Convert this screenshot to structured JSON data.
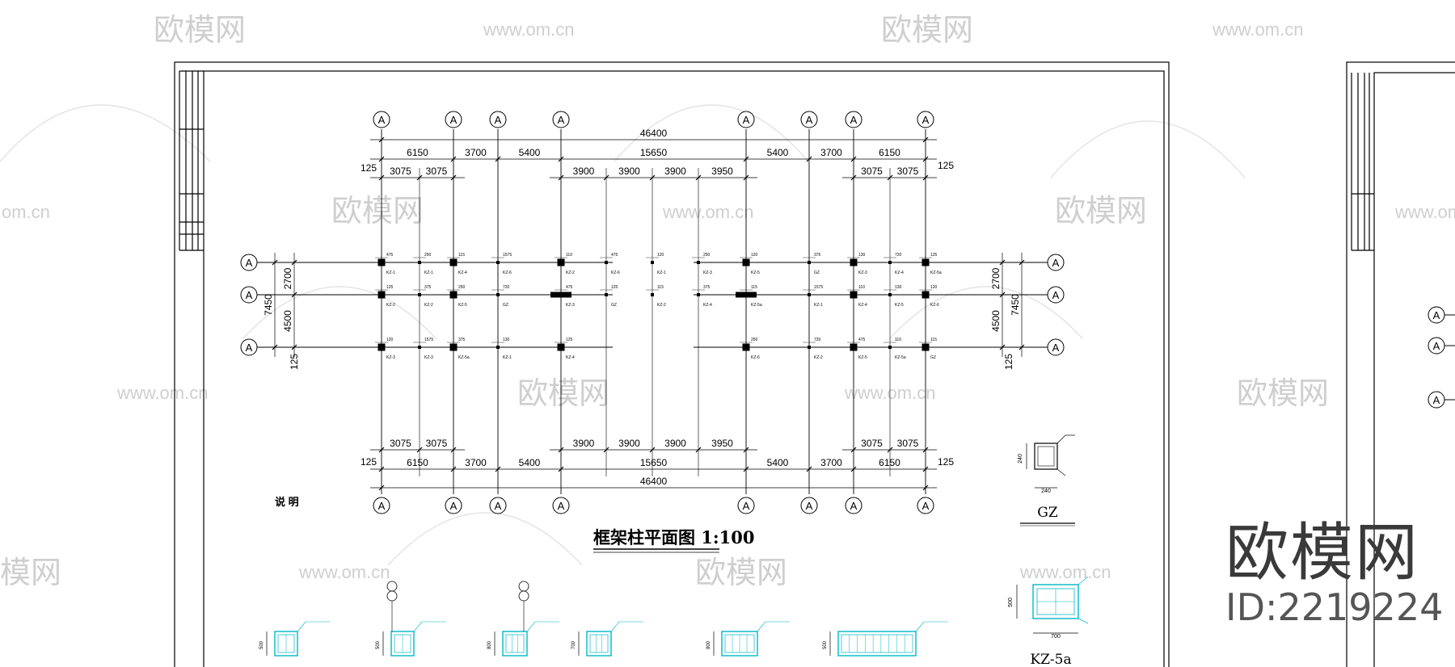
{
  "watermark": {
    "brand": "欧模网",
    "url": "www.om.cn",
    "url_partial": "om.cn",
    "brand_partial": "模网",
    "id_label": "ID:2219224"
  },
  "drawing": {
    "title": "框架柱平面图 1:100",
    "notes_label": "说 明",
    "axis_letter": "A",
    "top_total": "46400",
    "top_segments": [
      "6150",
      "3700",
      "5400",
      "15650",
      "5400",
      "3700",
      "6150"
    ],
    "top_sub_left": [
      "3075",
      "3075"
    ],
    "top_sub_mid": [
      "3900",
      "3900",
      "3900",
      "3950"
    ],
    "top_sub_right": [
      "3075",
      "3075"
    ],
    "edge_offset": "125",
    "bottom_sub_left": [
      "3075",
      "3075"
    ],
    "bottom_sub_mid": [
      "3900",
      "3900",
      "3900",
      "3950"
    ],
    "bottom_sub_right": [
      "3075",
      "3075"
    ],
    "bottom_segments": [
      "6150",
      "3700",
      "5400",
      "15650",
      "5400",
      "3700",
      "6150"
    ],
    "bottom_total": "46400",
    "left_dims": {
      "upper": "2700",
      "lower": "4500",
      "total": "7450"
    },
    "right_dims": {
      "upper": "2700",
      "lower": "4500",
      "total": "7450"
    },
    "detail_gz": {
      "label": "GZ",
      "width_dim": "240",
      "height_dim": "240"
    },
    "detail_kz5a": {
      "label": "KZ-5a",
      "width_dim": "700",
      "height_dim": "500"
    },
    "column_tags": [
      "KZ-1",
      "KZ-2",
      "KZ-3",
      "KZ-4",
      "KZ-5",
      "KZ-5a",
      "KZ-6",
      "GZ"
    ],
    "column_detail_widths": [
      "500",
      "500",
      "800",
      "700",
      "800",
      "500"
    ],
    "column_offsets": [
      "475",
      "125",
      "120",
      "115",
      "250",
      "375",
      "1575",
      "720",
      "130",
      "110"
    ]
  },
  "colors": {
    "line": "#000000",
    "cyan_detail": "#00b8c8",
    "blue_text": "#1a3cff",
    "watermark": "#c9c9c9"
  }
}
